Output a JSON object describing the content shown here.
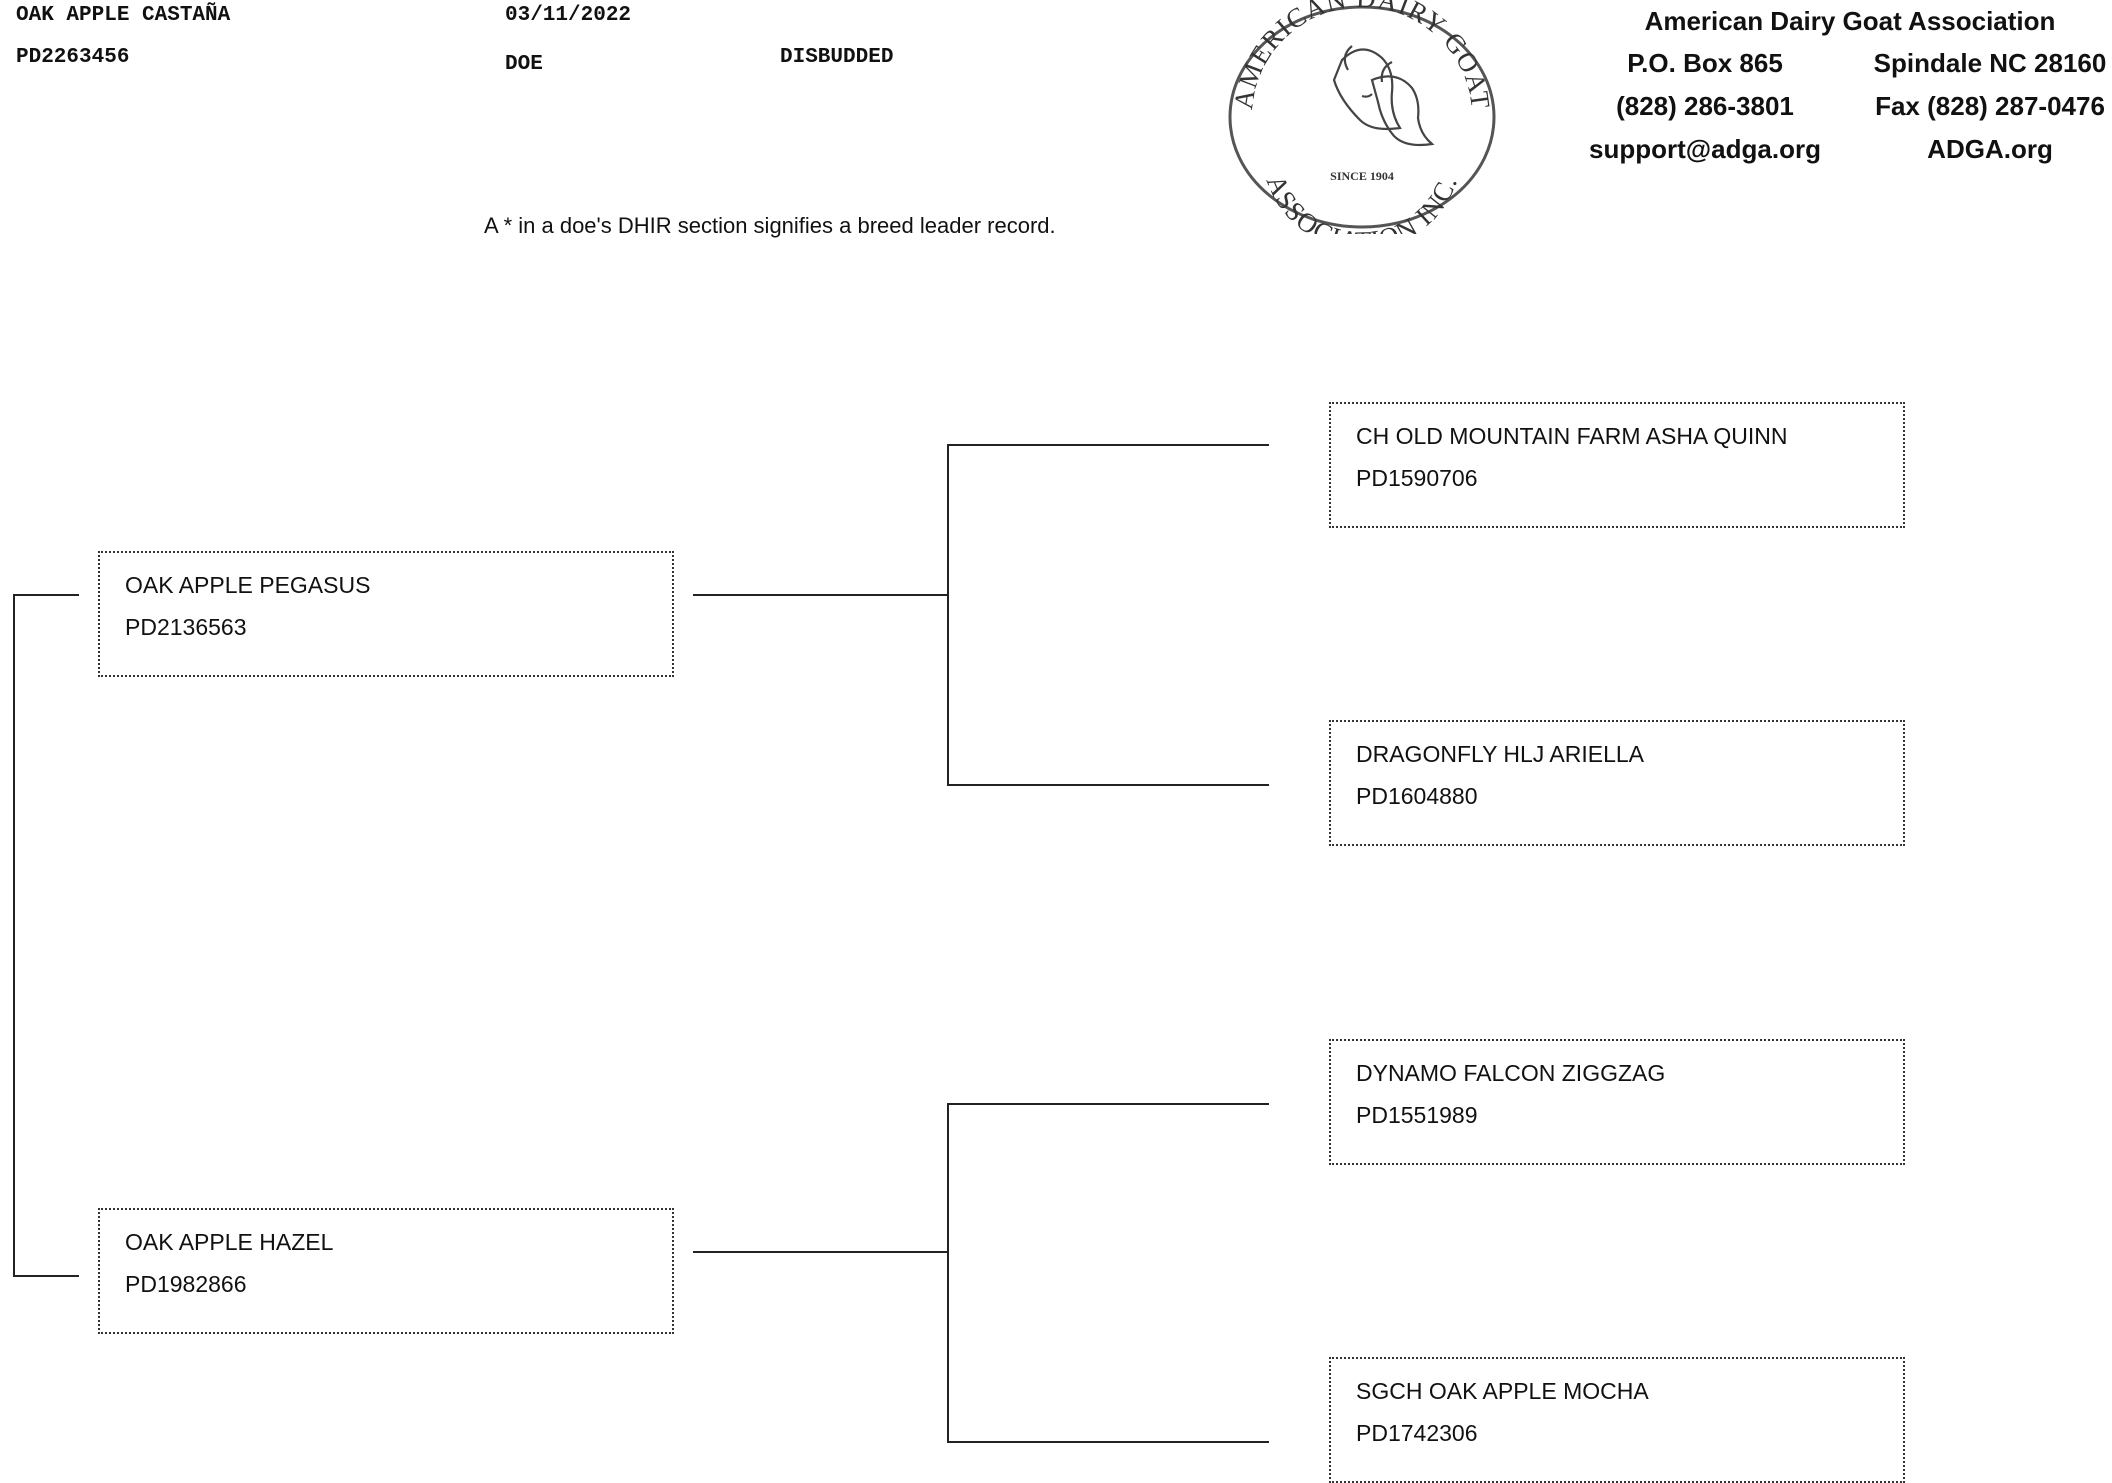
{
  "animal": {
    "name": "OAK APPLE CASTAÑA",
    "registration": "PD2263456",
    "birth_date": "03/11/2022",
    "sex": "DOE",
    "horn_status": "DISBUDDED"
  },
  "note": "A * in a doe's DHIR section signifies a breed leader record.",
  "logo": {
    "top_text": "AMERICAN DAIRY GOAT",
    "bottom_text": "ASSOCIATION INC.",
    "since": "SINCE 1904"
  },
  "association": {
    "title": "American Dairy Goat Association",
    "po_box": "P.O. Box 865",
    "city": "Spindale NC 28160",
    "phone": "(828) 286-3801",
    "fax": "Fax (828) 287-0476",
    "email": "support@adga.org",
    "website": "ADGA.org"
  },
  "pedigree": {
    "sire": {
      "name": "OAK APPLE PEGASUS",
      "reg": "PD2136563"
    },
    "dam": {
      "name": "OAK APPLE HAZEL",
      "reg": "PD1982866"
    },
    "sire_sire": {
      "name": "CH OLD MOUNTAIN FARM ASHA QUINN",
      "reg": "PD1590706"
    },
    "sire_dam": {
      "name": "DRAGONFLY HLJ ARIELLA",
      "reg": "PD1604880"
    },
    "dam_sire": {
      "name": "DYNAMO FALCON ZIGGZAG",
      "reg": "PD1551989"
    },
    "dam_dam": {
      "name": "SGCH OAK APPLE MOCHA",
      "reg": "PD1742306"
    }
  }
}
